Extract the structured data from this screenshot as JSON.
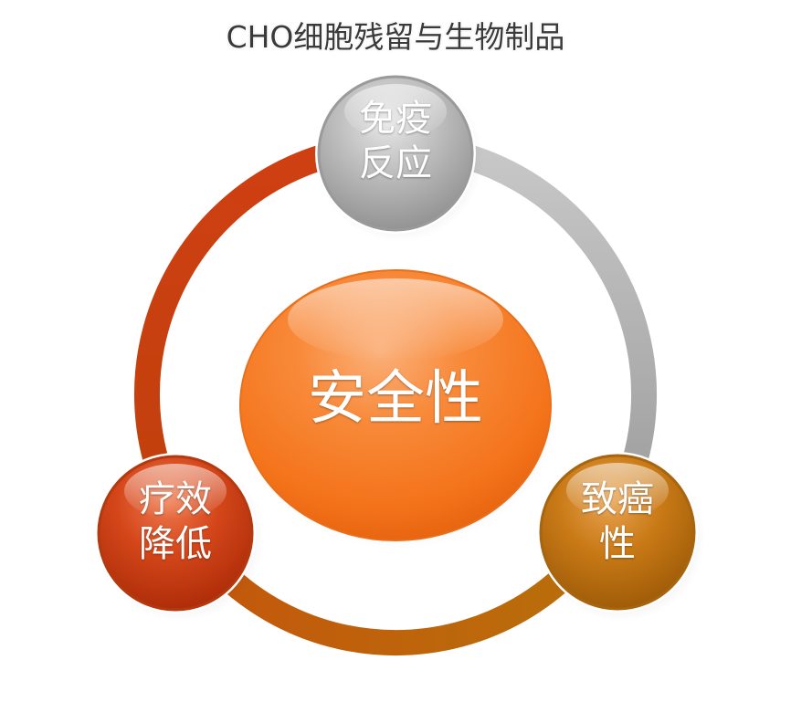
{
  "title": "CHO细胞残留与生物制品",
  "center": {
    "label": "安全性"
  },
  "nodes": {
    "top": {
      "line1": "免疫",
      "line2": "反应"
    },
    "left": {
      "line1": "疗效",
      "line2": "降低"
    },
    "right": {
      "line1": "致癌",
      "line2": "性"
    }
  },
  "colors": {
    "ring_red": "#c23a0e",
    "ring_gray": "#a9a9a9",
    "ring_brown": "#b86a0c",
    "center_orange": "#f5781f",
    "node_gray": "#b5b5b5",
    "node_red": "#cc3d12",
    "node_brown": "#c27410"
  }
}
